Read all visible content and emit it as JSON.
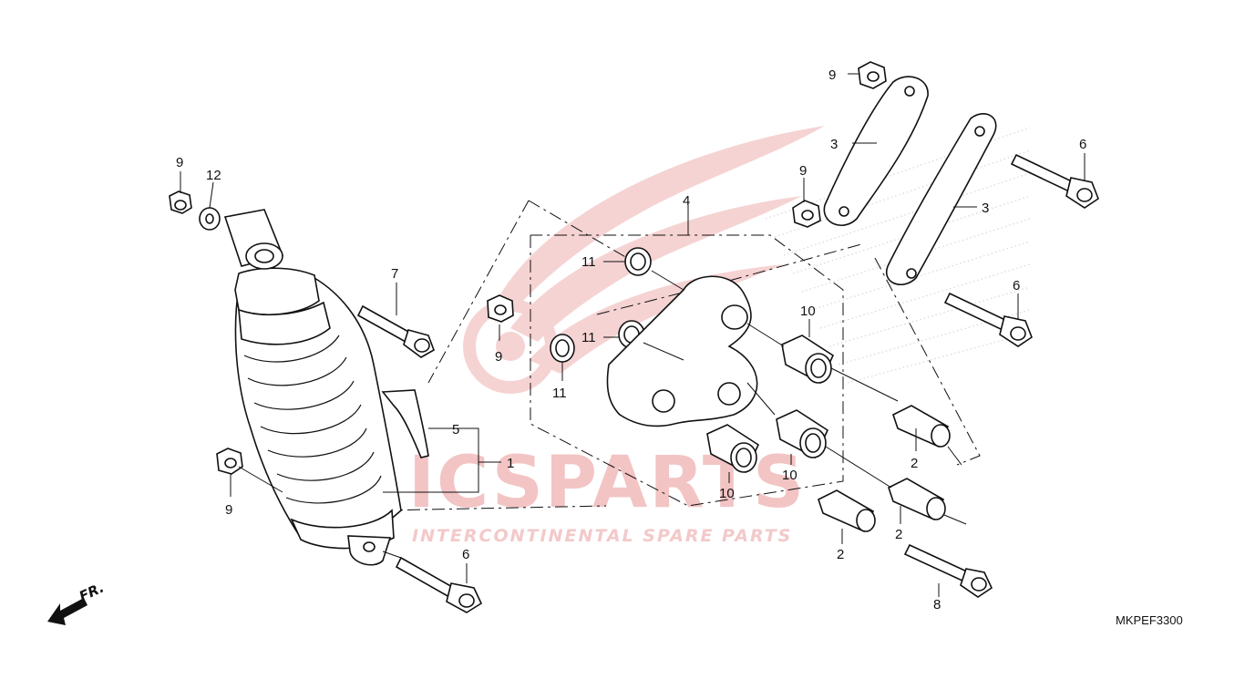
{
  "diagram": {
    "code": "MKPEF3300",
    "direction_label": "FR.",
    "watermark": {
      "title": "ICSPARTS",
      "subtitle": "INTERCONTINENTAL SPARE PARTS"
    },
    "callouts": {
      "c1": "1",
      "c2a": "2",
      "c2b": "2",
      "c2c": "2",
      "c3a": "3",
      "c3b": "3",
      "c4": "4",
      "c5": "5",
      "c6a": "6",
      "c6b": "6",
      "c6c": "6",
      "c7": "7",
      "c8": "8",
      "c9a": "9",
      "c9b": "9",
      "c9c": "9",
      "c9d": "9",
      "c9e": "9",
      "c10a": "10",
      "c10b": "10",
      "c10c": "10",
      "c11a": "11",
      "c11b": "11",
      "c11c": "11",
      "c12": "12"
    },
    "colors": {
      "line": "#111111",
      "watermark": "#f3c4c4"
    }
  }
}
